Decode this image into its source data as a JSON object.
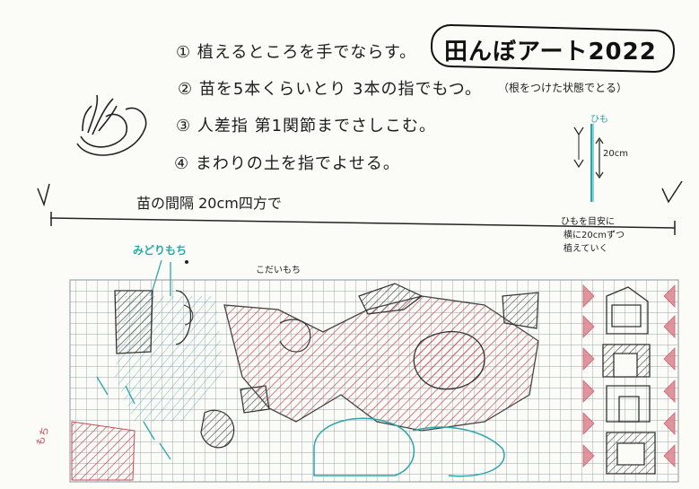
{
  "title": "田んぼアート2022",
  "steps": [
    "① 植えるところを手でならす。",
    "② 苗を5本くらいとり 3本の指でもつ。",
    "（根をつけた状態でとる）",
    "③ 人差指 第1関節までさしこむ。",
    "④ まわりの土を指でよせる。"
  ],
  "spacing_label": "苗の間隔 20cm四方で",
  "side_labels": {
    "top": "ひも",
    "distance": "20cm",
    "note_line1": "ひもを目安に",
    "note_line2": "横に20cmずつ",
    "note_line3": "植えていく"
  },
  "grid_labels": {
    "teal_label": "みどりもち",
    "top_label": "こだいもち",
    "left_label": "もち"
  },
  "colors": {
    "grid": "#9aa0a8",
    "red_hatch": "#c84a58",
    "teal": "#2aa7a8",
    "pencil": "#2b2b2b"
  }
}
